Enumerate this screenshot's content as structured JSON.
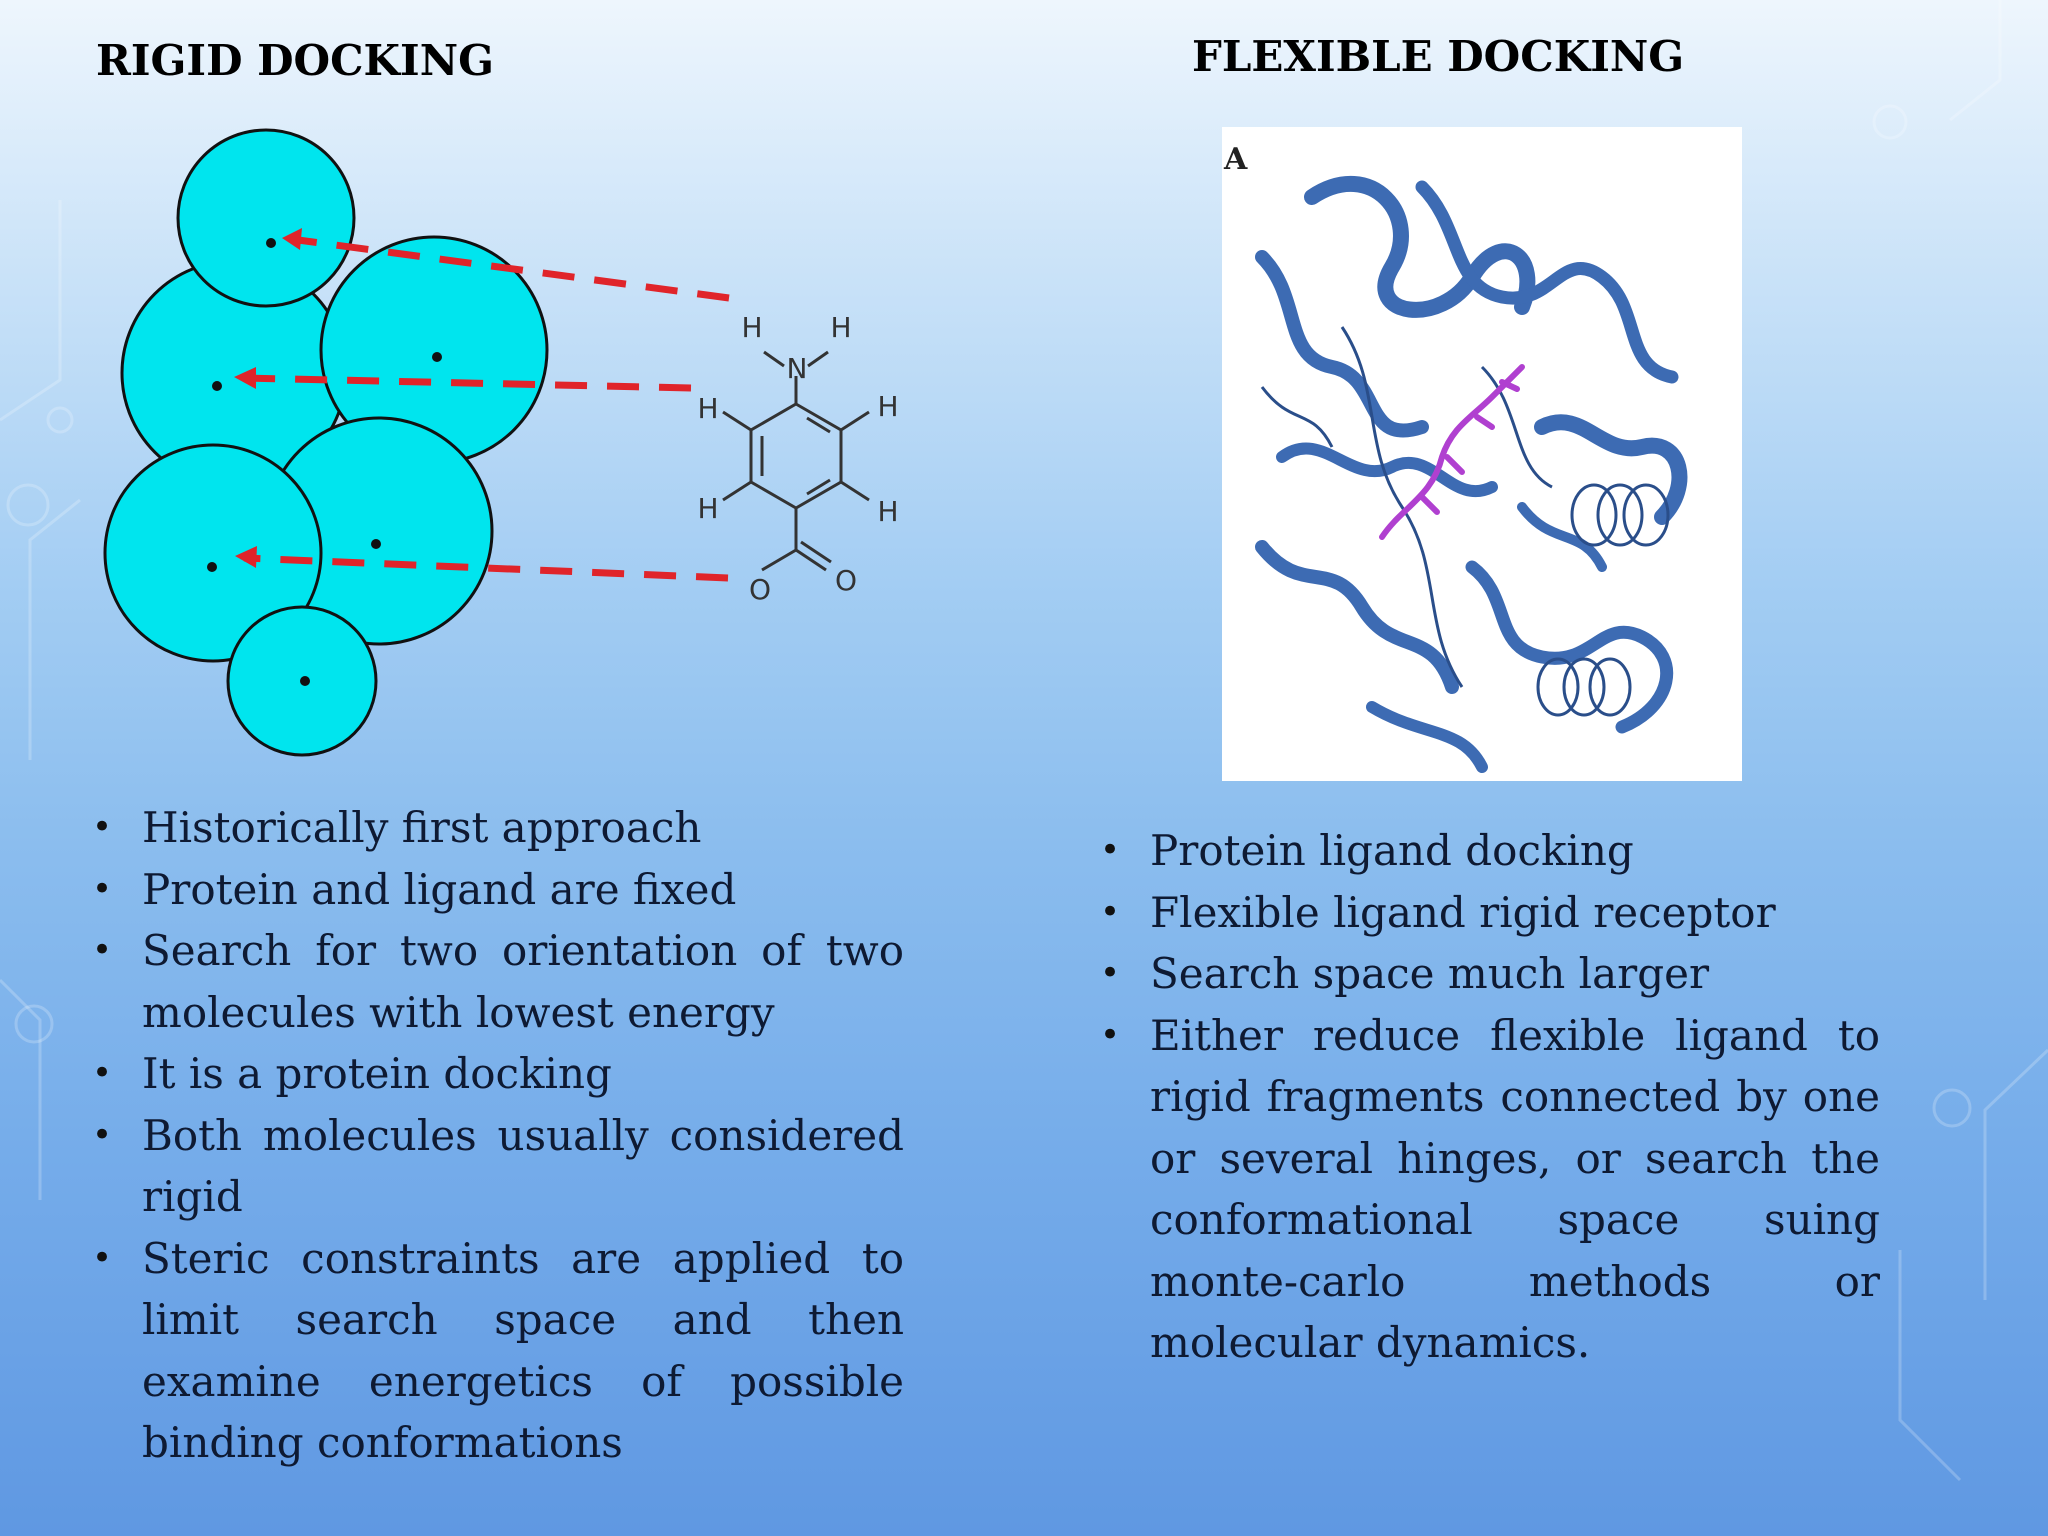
{
  "slide": {
    "left": {
      "title": "RIGID DOCKING",
      "bullets": [
        "Historically first approach",
        "Protein and ligand are fixed",
        "Search for two orientation of two molecules with lowest energy",
        "It is a protein docking",
        "Both molecules usually considered rigid",
        "Steric constraints are applied to limit search space and then examine energetics of possible binding conformations"
      ]
    },
    "right": {
      "title": "FLEXIBLE DOCKING",
      "figure_label": "A",
      "bullets": [
        "Protein ligand docking",
        "Flexible ligand rigid receptor",
        "Search space much larger",
        "Either reduce flexible ligand to rigid fragments connected by one or several hinges, or search the conformational space suing monte-carlo methods or molecular dynamics."
      ]
    }
  },
  "molecule": {
    "atoms": {
      "nitrogen": "N",
      "hydrogen": "H",
      "oxygen": "O"
    }
  },
  "colors": {
    "sphere_fill": "#00e5ee",
    "arrow_color": "#e0242a",
    "protein_ribbon": "#3d6bb3",
    "ligand_color": "#b040d0"
  }
}
